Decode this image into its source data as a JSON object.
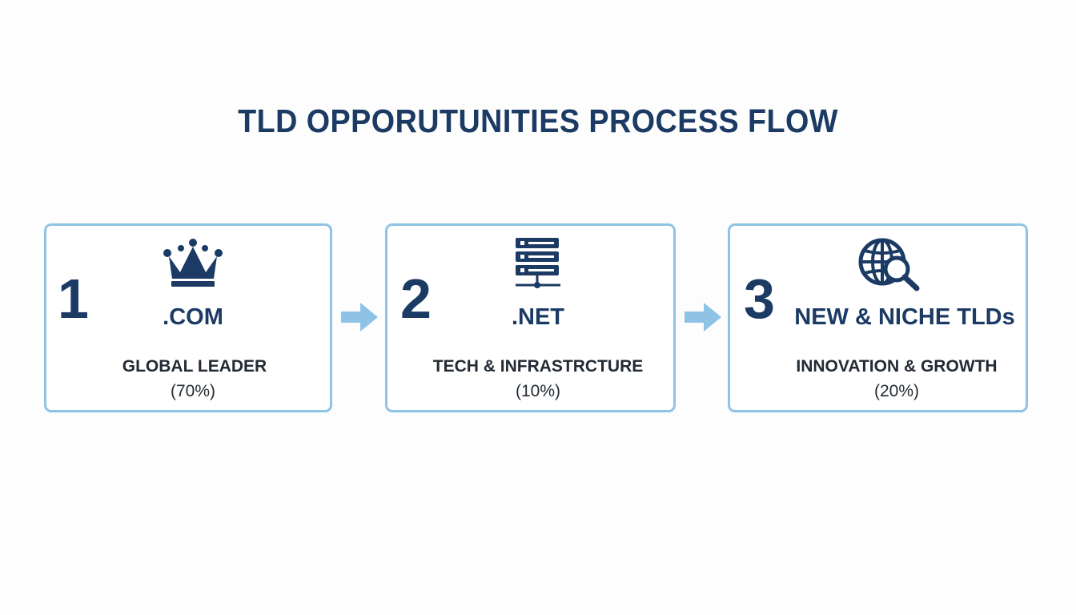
{
  "title": "TLD OPPORUTUNITIES PROCESS FLOW",
  "colors": {
    "primary": "#1b3a64",
    "border": "#8ec3e6",
    "arrow": "#8ec3e6",
    "text": "#222a33"
  },
  "steps": [
    {
      "number": "1",
      "tld": ".COM",
      "description": "GLOBAL LEADER",
      "percent": "(70%)",
      "icon": "crown-icon"
    },
    {
      "number": "2",
      "tld": ".NET",
      "description": "TECH & INFRASTRCTURE",
      "percent": "(10%)",
      "icon": "server-icon"
    },
    {
      "number": "3",
      "tld": "NEW & NICHE TLDs",
      "description": "INNOVATION & GROWTH",
      "percent": "(20%)",
      "icon": "globe-search-icon"
    }
  ]
}
